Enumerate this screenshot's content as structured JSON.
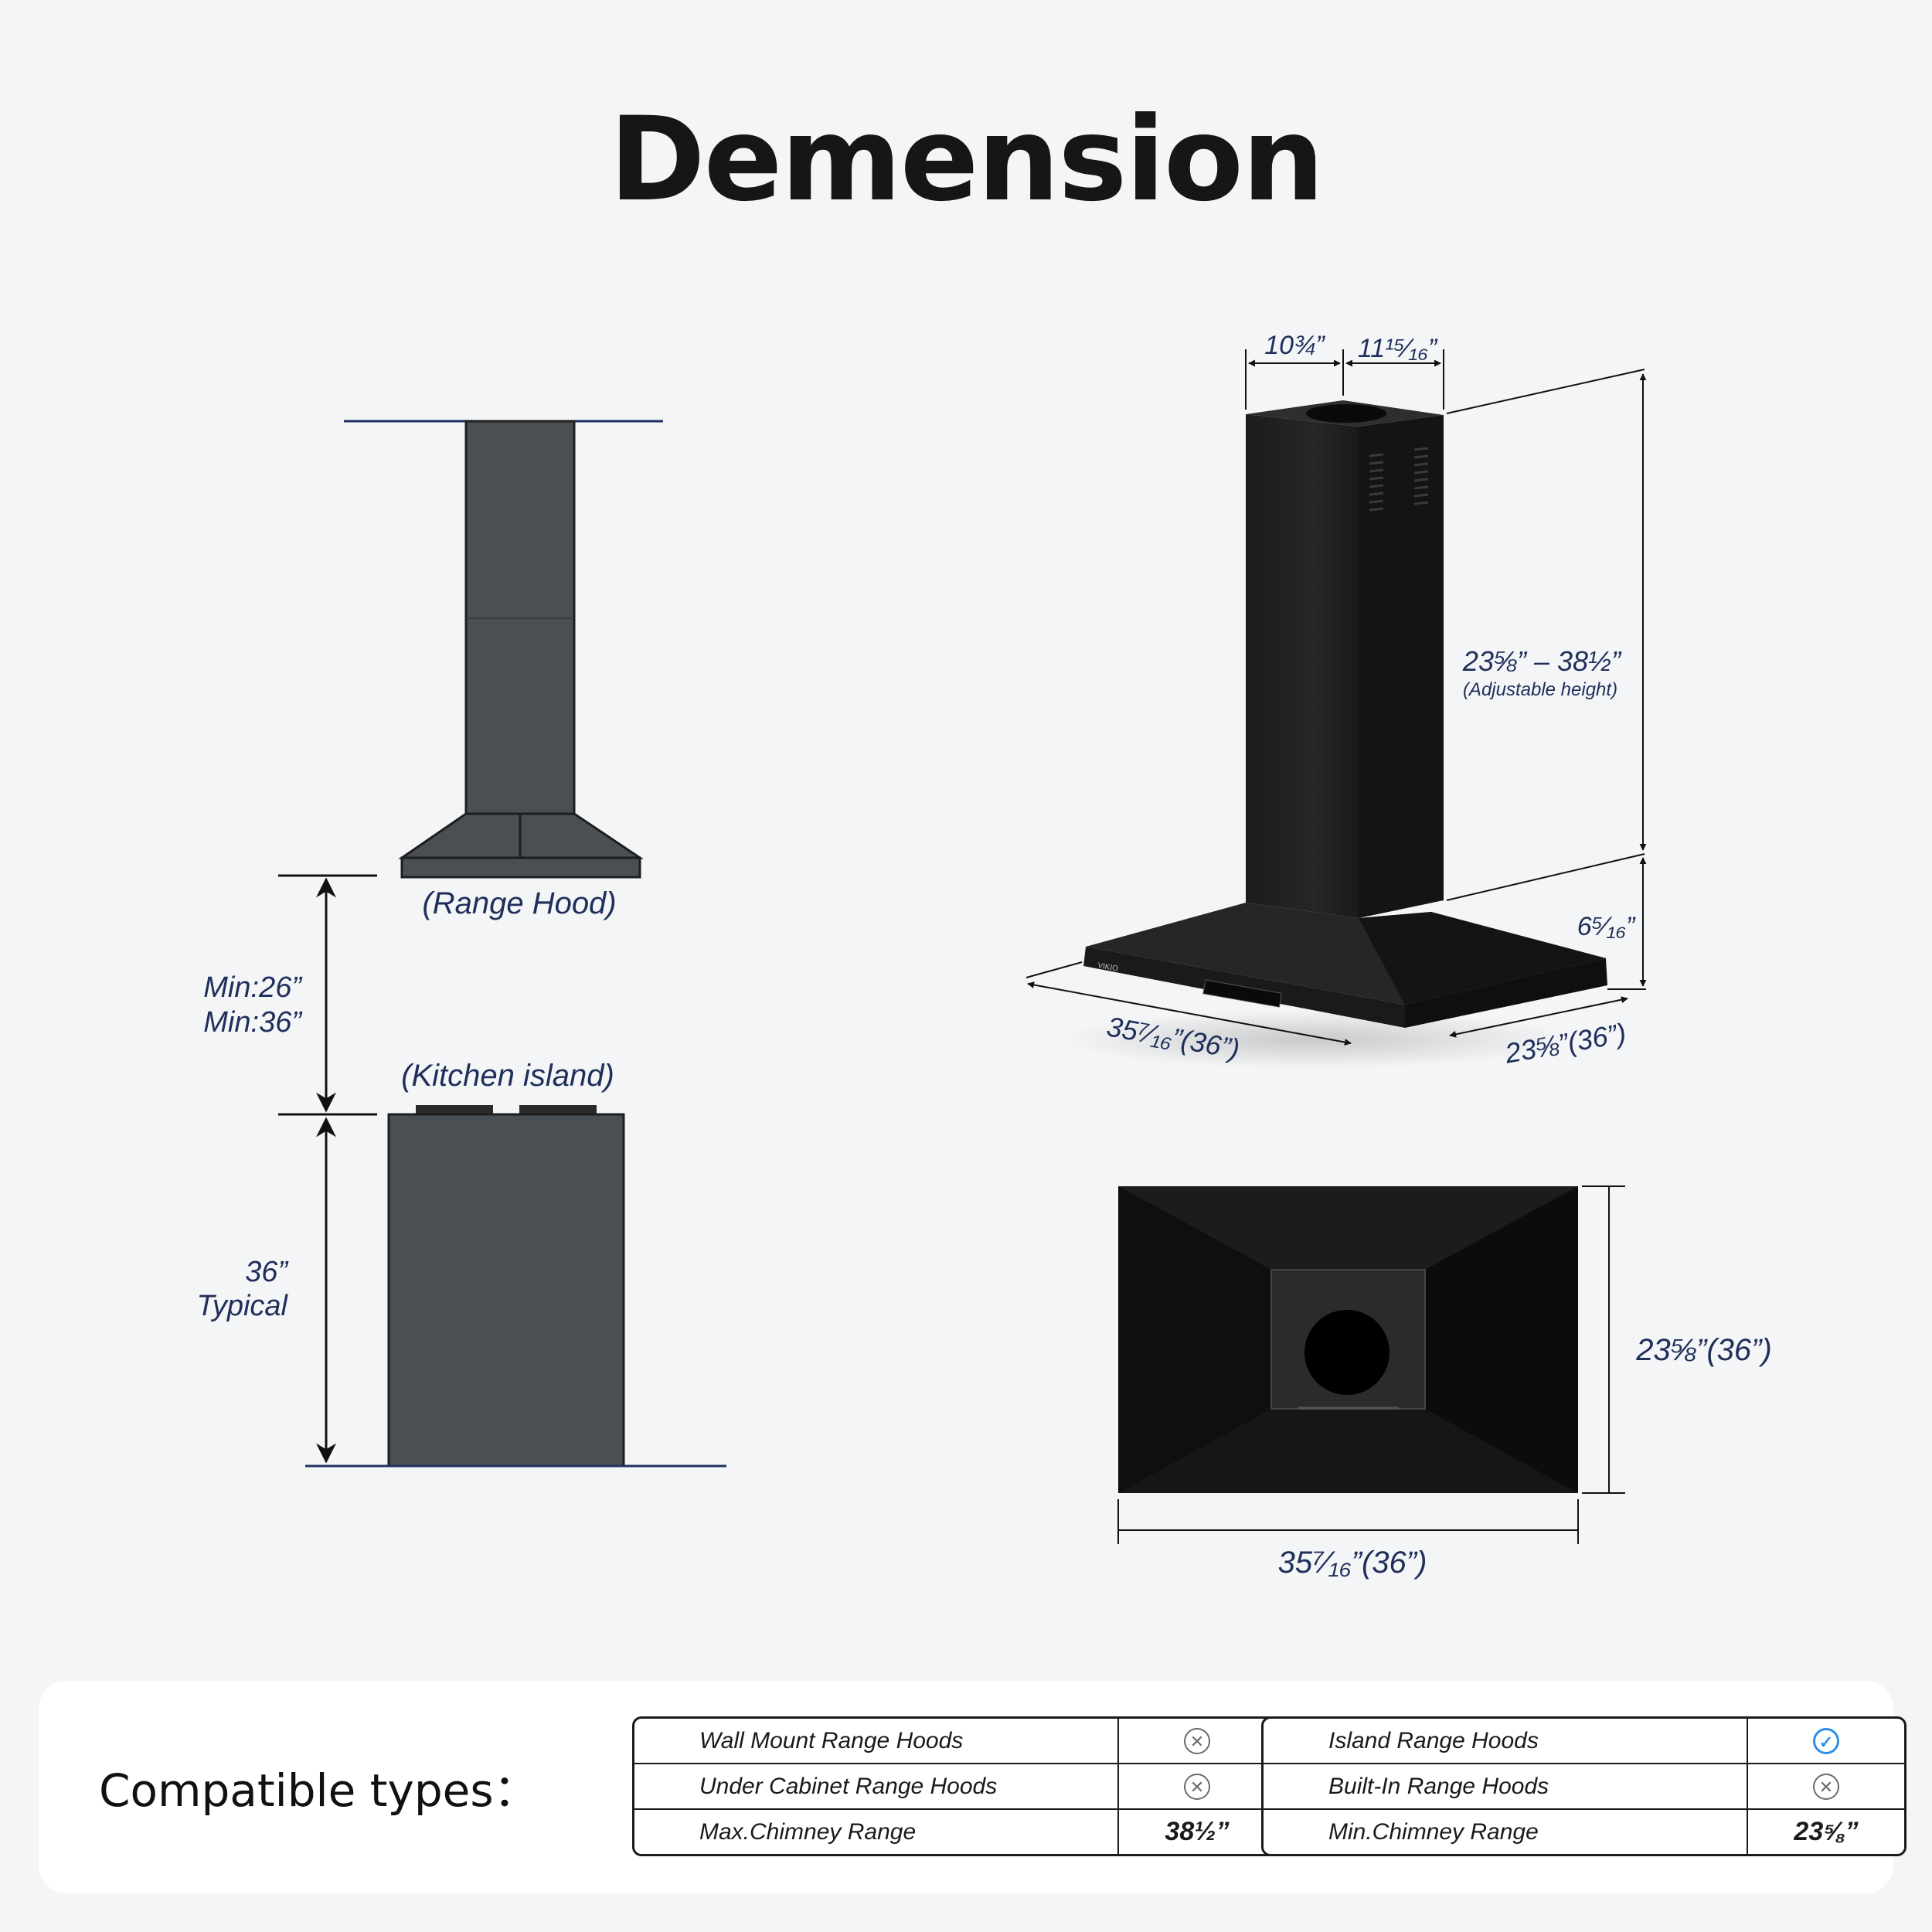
{
  "title": "Demension",
  "side_view": {
    "range_hood_label": "(Range Hood)",
    "kitchen_island_label": "(Kitchen island)",
    "min_label_1": "Min:26”",
    "min_label_2": "Min:36”",
    "typical_label_1": "36”",
    "typical_label_2": "Typical"
  },
  "product_view": {
    "brand": "VIKIO",
    "top_width": "10¾”",
    "top_depth": "11¹⁵⁄₁₆”",
    "chimney_height": "23⅝” – 38½”",
    "chimney_note": "(Adjustable height)",
    "hood_height": "6⁵⁄₁₆”",
    "width": "35⁷⁄₁₆”(36”)",
    "depth": "23⅝”(36”)"
  },
  "bottom_view": {
    "depth": "23⅝”(36”)",
    "width": "35⁷⁄₁₆”(36”)"
  },
  "compatible": {
    "heading": "Compatible types：",
    "left_table": [
      {
        "label": "Wall Mount Range Hoods",
        "icon": "x-circle-icon"
      },
      {
        "label": "Under Cabinet Range Hoods",
        "icon": "x-circle-icon"
      },
      {
        "label": "Max.Chimney Range",
        "value": "38½”"
      }
    ],
    "right_table": [
      {
        "label": "Island Range Hoods",
        "icon": "check-circle-icon"
      },
      {
        "label": "Built-In Range Hoods",
        "icon": "x-circle-icon"
      },
      {
        "label": "Min.Chimney Range",
        "value": "23⅝”"
      }
    ]
  }
}
